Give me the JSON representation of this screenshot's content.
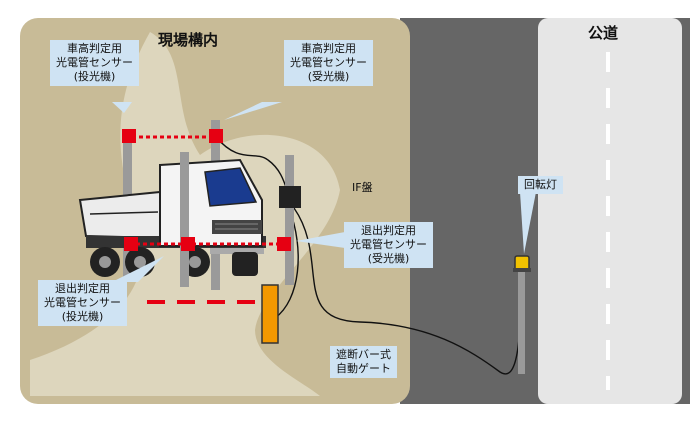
{
  "areas": {
    "site": "現場構内",
    "road": "公道"
  },
  "labels": {
    "height_sensor_tx": [
      "車高判定用",
      "光電管センサー",
      "(投光機)"
    ],
    "height_sensor_rx": [
      "車高判定用",
      "光電管センサー",
      "(受光機)"
    ],
    "if_panel": "IF盤",
    "exit_sensor_rx": [
      "退出判定用",
      "光電管センサー",
      "(受光機)"
    ],
    "exit_sensor_tx": [
      "退出判定用",
      "光電管センサー",
      "(投光機)"
    ],
    "barrier_gate": [
      "遮断バー式",
      "自動ゲート"
    ],
    "beacon": "回転灯"
  },
  "colors": {
    "site_ground": "#c8bb97",
    "site_path": "#ddd6bd",
    "asphalt": "#666666",
    "sidewalk": "#e6e6e6",
    "callout": "#cfe3f3",
    "sensor": "#e60012",
    "gate_bar": "#f39800",
    "pole": "#9a9a9a",
    "truck_body": "#f4f4f4",
    "beacon": "#f2c200"
  },
  "icons": {
    "truck": "dump-truck-icon",
    "beacon": "rotating-light-icon"
  }
}
